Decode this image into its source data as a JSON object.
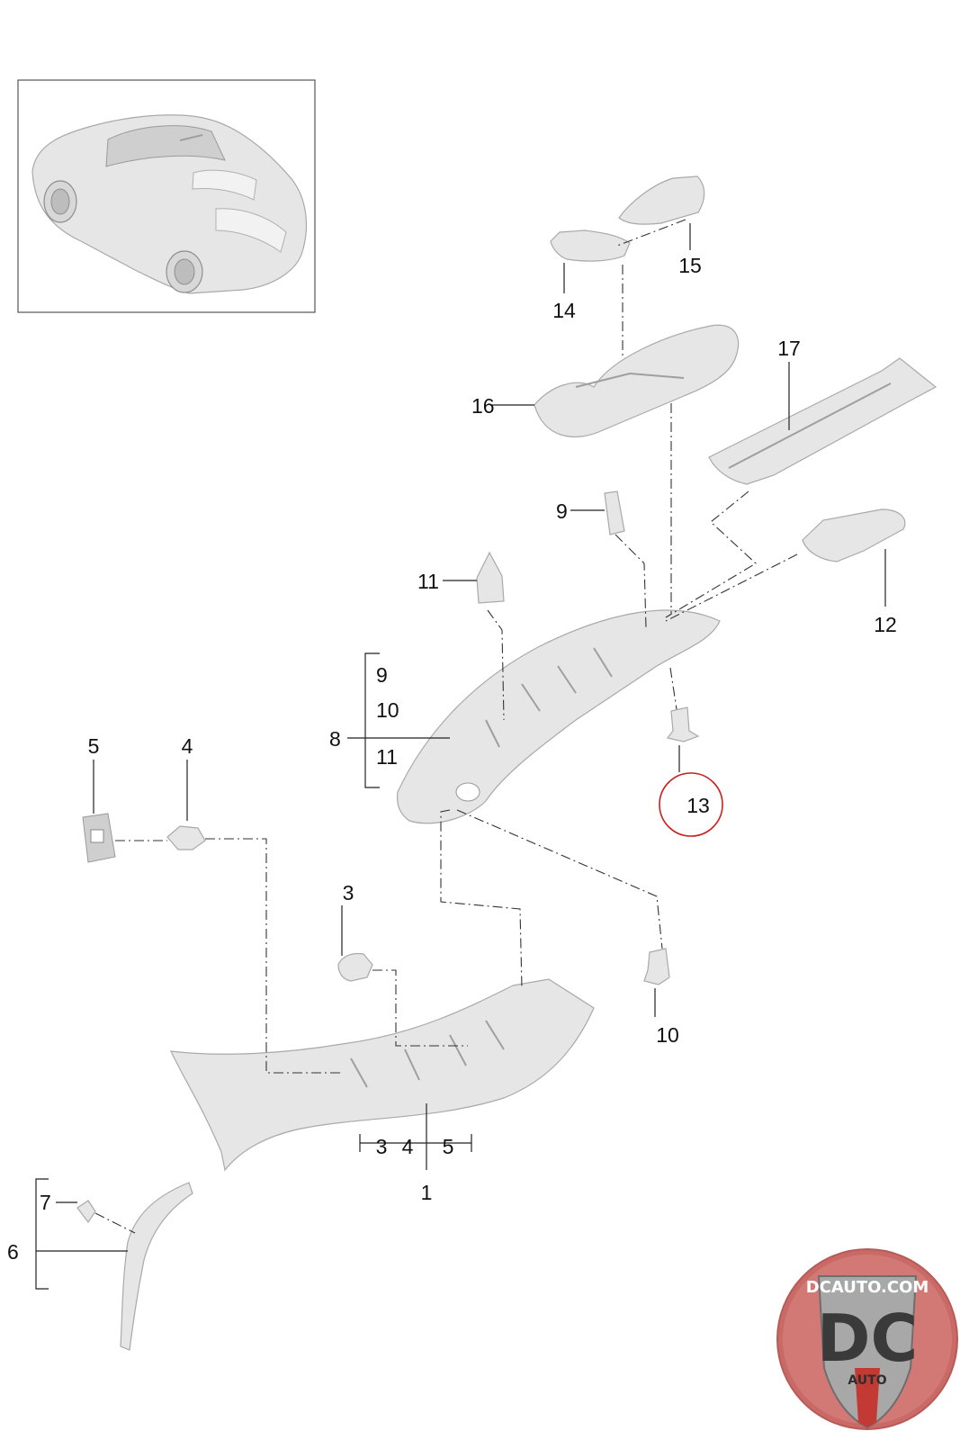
{
  "callouts": {
    "c1": "1",
    "c3": "3",
    "c3b": "3",
    "c4": "4",
    "c4b": "4",
    "c5": "5",
    "c5b": "5",
    "c6": "6",
    "c7": "7",
    "c8": "8",
    "c9": "9",
    "c9b": "9",
    "c10": "10",
    "c10b": "10",
    "c11": "11",
    "c11b": "11",
    "c12": "12",
    "c13": "13",
    "c14": "14",
    "c15": "15",
    "c16": "16",
    "c17": "17"
  },
  "highlight": {
    "part": "13",
    "color": "#cc1f1f"
  },
  "logo": {
    "top_text": "DCAUTO.COM",
    "main_text": "DC",
    "sub_text": "AUTO",
    "ring_color": "#c96a66",
    "shield_color": "#a8a8a8"
  },
  "icons": {
    "inset": "sports-car-rear-three-quarter-icon",
    "brand": "dcauto-badge-icon"
  }
}
